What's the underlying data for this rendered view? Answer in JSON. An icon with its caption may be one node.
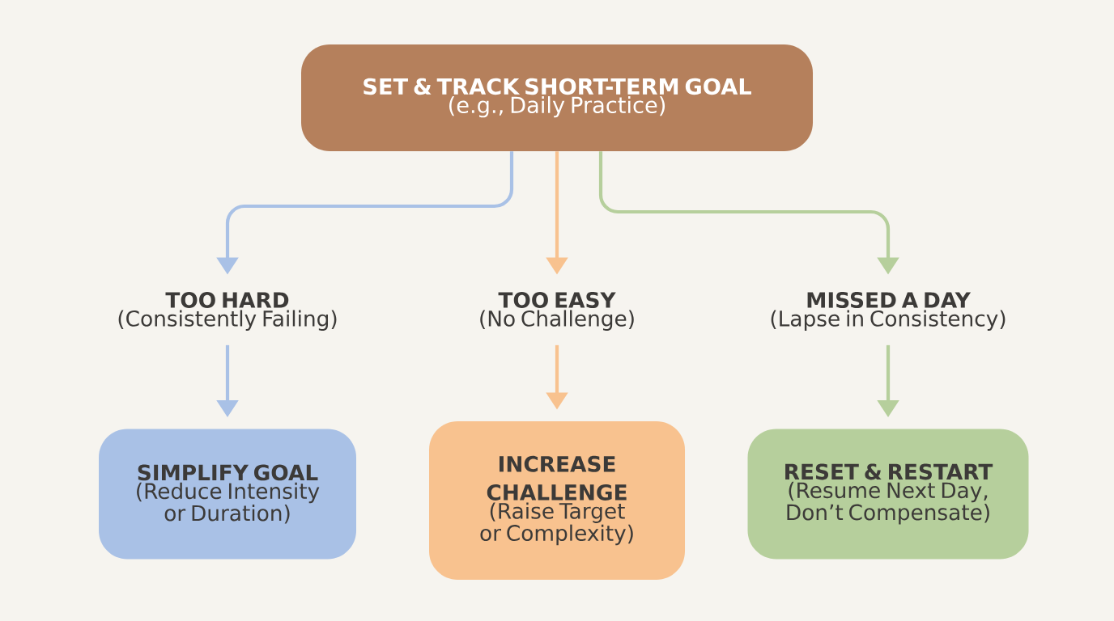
{
  "diagram": {
    "nodes": [
      {
        "text": [
          "SET & TRACK SHORT-TERM GOAL",
          "(e.g., Daily Practice)"
        ]
      },
      {
        "text": [
          "TOO HARD",
          "(Consistently Failing)"
        ]
      },
      {
        "text": [
          "TOO EASY",
          "(No Challenge)"
        ]
      },
      {
        "text": [
          "MISSED A DAY",
          "(Lapse in Consistency)"
        ]
      },
      {
        "text": [
          "SIMPLIFY GOAL",
          "(Reduce Intensity or Duration)"
        ]
      },
      {
        "text": [
          "INCREASE CHALLENGE",
          "(Raise Target or Complexity)"
        ]
      },
      {
        "text": [
          "RESET & RESTART",
          "(Resume Next Day, Don’t Compensate)"
        ]
      }
    ],
    "edges": [
      {
        "from": 0,
        "to": 1,
        "arrow": "to",
        "color": "#a9c1e6"
      },
      {
        "from": 0,
        "to": 2,
        "arrow": "to",
        "color": "#f8c28f"
      },
      {
        "from": 0,
        "to": 3,
        "arrow": "to",
        "color": "#b6cf9c"
      },
      {
        "from": 1,
        "to": 4,
        "arrow": "to",
        "color": "#a9c1e6"
      },
      {
        "from": 2,
        "to": 5,
        "arrow": "to",
        "color": "#f8c28f"
      },
      {
        "from": 3,
        "to": 6,
        "arrow": "to",
        "color": "#b6cf9c"
      }
    ]
  }
}
